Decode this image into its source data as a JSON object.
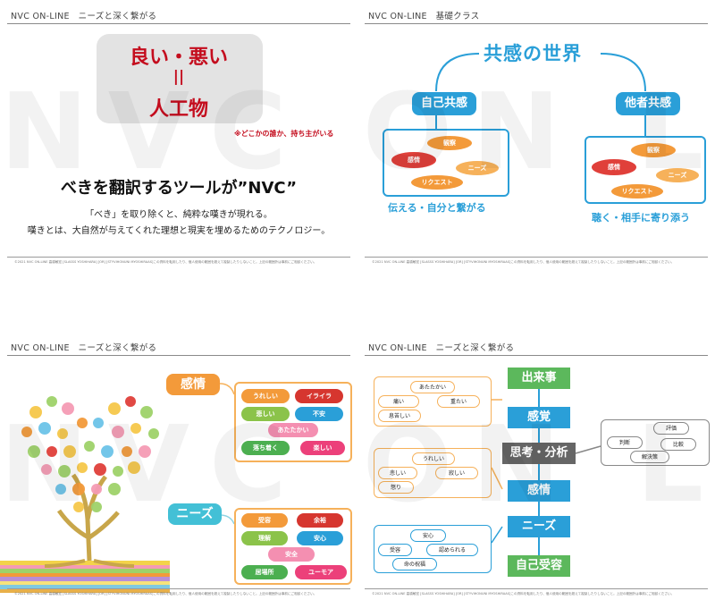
{
  "watermark": "NVC ON LINE",
  "panels": [
    {
      "header": "NVC ON-LINE　ニーズと深く繋がる",
      "line_top": "良い・悪い",
      "line_mid": "||",
      "line_bottom": "人工物",
      "note": "※どこかの誰か、持ち主がいる",
      "headline": "べきを翻訳するツールが”NVC”",
      "sub1": "「べき」を取り除くと、純粋な嘆きが現れる。",
      "sub2": "嘆きとは、大自然が与えてくれた理想と現実を埋めるためのテクノロジー。",
      "footer": "©2021 NVC ON-LINE 高橋敏宏 [SLASSS YOSHIHARA] [OR] [STYVIHONUNI MYOSHIRAAS]この資料を転用したり、個人使用の範囲を超えて複製したりしないこと。上記の範囲外は事前にご相談ください。"
    },
    {
      "header": "NVC ON-LINE　基礎クラス",
      "title": "共感の世界",
      "left_tag": "自己共感",
      "right_tag": "他者共感",
      "ovals": [
        "観察",
        "感情",
        "ニーズ",
        "リクエスト"
      ],
      "left_caption": "伝える・自分と繋がる",
      "right_caption": "聴く・相手に寄り添う",
      "footer": "©2021 NVC ON-LINE 高橋敏宏 [SLASSS YOSHIHARA] [OR] [STYVIHONUNI MYOSHIRAAS]この資料を転用したり、個人使用の範囲を超えて複製したりしないこと。上記の範囲外は事前にご相談ください。"
    },
    {
      "header": "NVC ON-LINE　ニーズと深く繋がる",
      "feelings_tag": "感情",
      "feelings": [
        "うれしい",
        "イライラ",
        "悲しい",
        "不安",
        "あたたかい",
        "落ち着く",
        "楽しい"
      ],
      "needs_tag": "ニーズ",
      "needs": [
        "受容",
        "余裕",
        "理解",
        "安心",
        "安全",
        "居場所",
        "ユーモア"
      ],
      "footer": "©2021 NVC ON-LINE 高橋敏宏 [SLASSS YOSHIHARA] [OR] [STYVIHONUNI MYOSHIRAAS]この資料を転用したり、個人使用の範囲を超えて複製したりしないこと。上記の範囲外は事前にご相談ください。"
    },
    {
      "header": "NVC ON-LINE　ニーズと深く繋がる",
      "flow": [
        "出来事",
        "感覚",
        "思考・分析",
        "感情",
        "ニーズ",
        "自己受容"
      ],
      "box1": [
        "あたたかい",
        "痛い",
        "重たい",
        "息苦しい"
      ],
      "box2": [
        "うれしい",
        "悲しい",
        "寂しい",
        "怒り"
      ],
      "box3": [
        "安心",
        "受容",
        "認められる",
        "命の祝福"
      ],
      "box_right": [
        "評価",
        "判断",
        "比較",
        "解決策"
      ],
      "footer": "©2021 NVC ON-LINE 高橋敏宏 [SLASSS YOSHIHARA] [OR] [STYVIHONUNI MYOSHIRAAS]この資料を転用したり、個人使用の範囲を超えて複製したりしないこと。上記の範囲外は事前にご相談ください。"
    }
  ],
  "colors": {
    "red": "#c40d1e",
    "blue": "#2a9fd8",
    "orange": "#f39a3a",
    "cyan": "#43c0d6",
    "green": "#5cb85c",
    "gray": "#666666"
  }
}
